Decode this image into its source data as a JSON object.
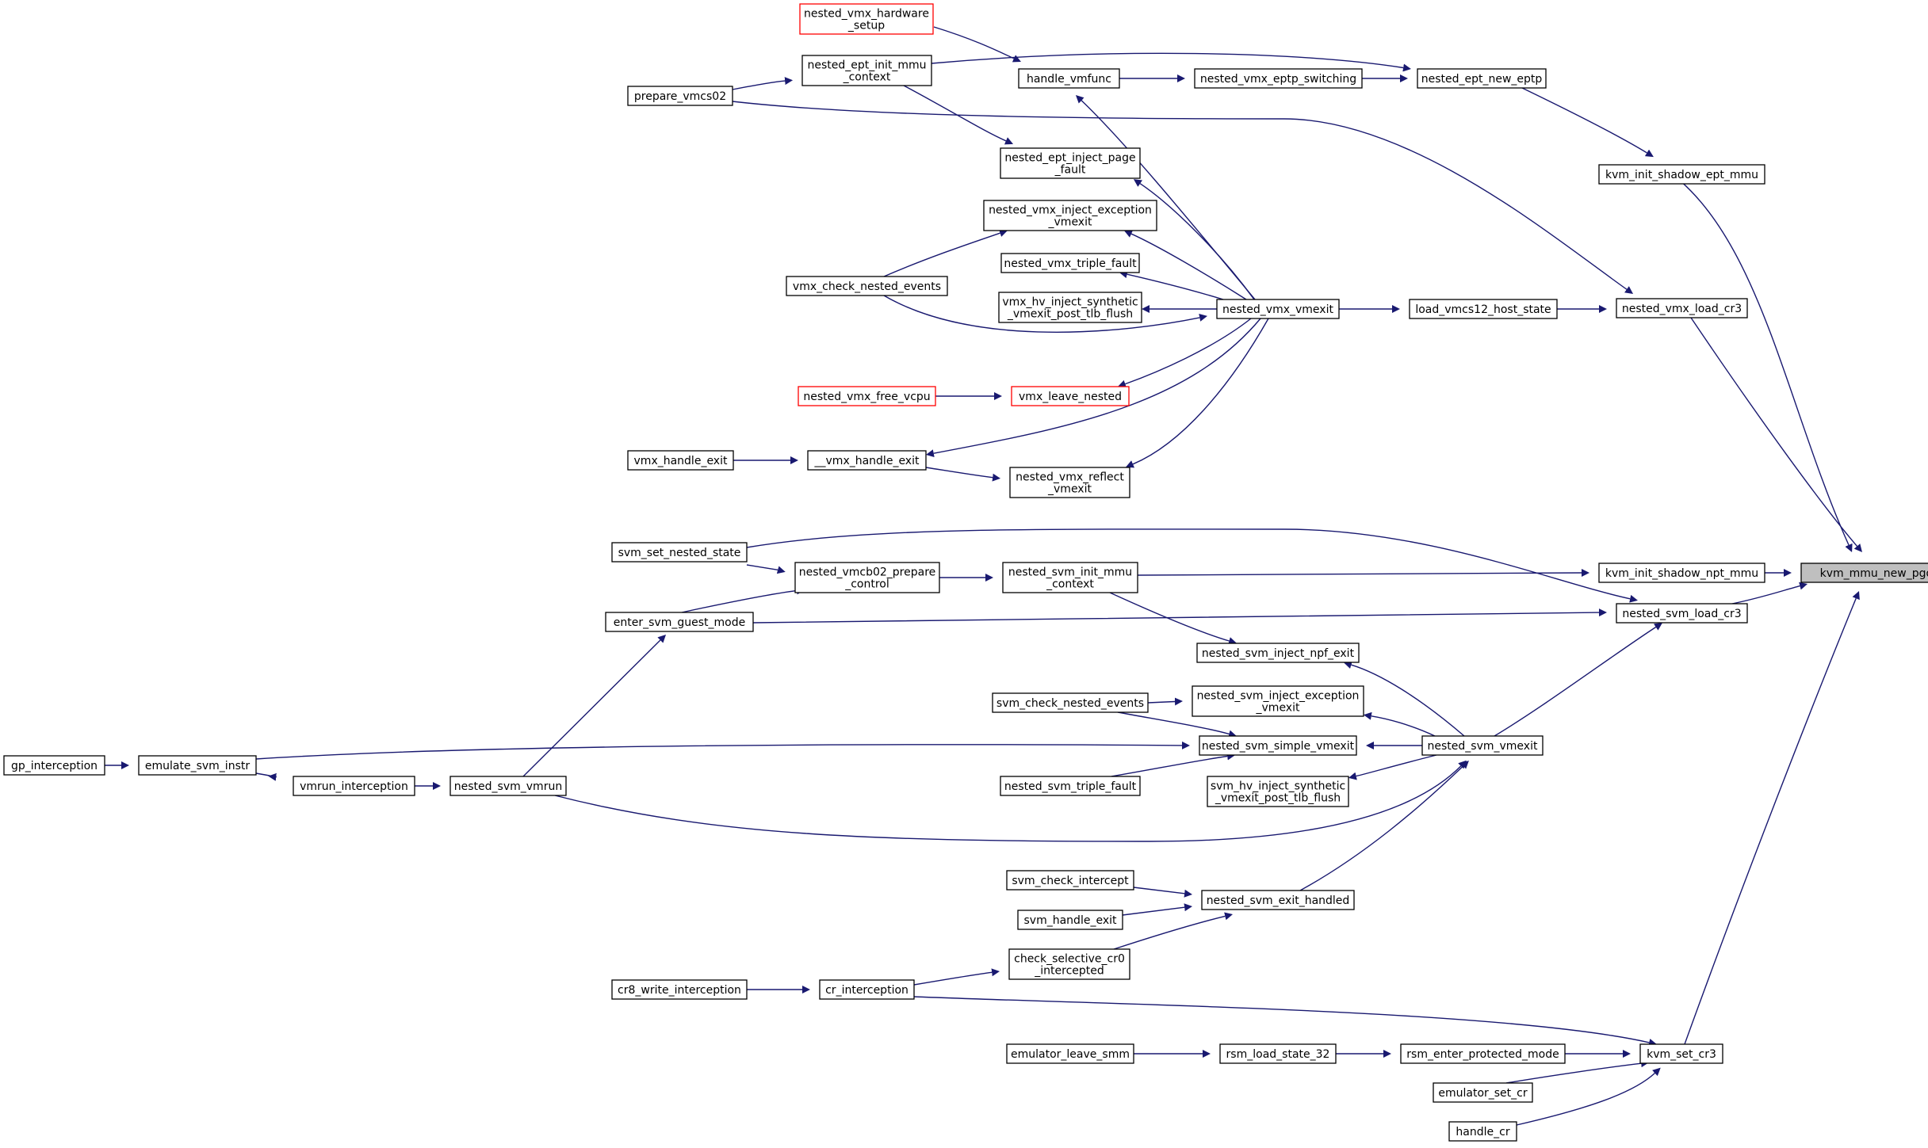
{
  "graph": {
    "root": "kvm_mmu_new_pgd",
    "nodes": [
      {
        "id": "root",
        "lines": [
          "kvm_mmu_new_pgd"
        ],
        "root": true
      },
      {
        "id": "init_shadow_ept",
        "lines": [
          "kvm_init_shadow_ept_mmu"
        ]
      },
      {
        "id": "nested_vmx_load_cr3",
        "lines": [
          "nested_vmx_load_cr3"
        ]
      },
      {
        "id": "init_shadow_npt",
        "lines": [
          "kvm_init_shadow_npt_mmu"
        ]
      },
      {
        "id": "nested_svm_load_cr3",
        "lines": [
          "nested_svm_load_cr3"
        ]
      },
      {
        "id": "kvm_set_cr3",
        "lines": [
          "kvm_set_cr3"
        ]
      },
      {
        "id": "nested_ept_new_eptp",
        "lines": [
          "nested_ept_new_eptp"
        ]
      },
      {
        "id": "eptp_switching",
        "lines": [
          "nested_vmx_eptp_switching"
        ]
      },
      {
        "id": "handle_vmfunc",
        "lines": [
          "handle_vmfunc"
        ]
      },
      {
        "id": "hw_setup",
        "lines": [
          "nested_vmx_hardware",
          "_setup"
        ],
        "red": true
      },
      {
        "id": "ept_init_mmu",
        "lines": [
          "nested_ept_init_mmu",
          "_context"
        ]
      },
      {
        "id": "prepare_vmcs02",
        "lines": [
          "prepare_vmcs02"
        ]
      },
      {
        "id": "load_vmcs12",
        "lines": [
          "load_vmcs12_host_state"
        ]
      },
      {
        "id": "nested_vmx_vmexit",
        "lines": [
          "nested_vmx_vmexit"
        ]
      },
      {
        "id": "ept_inject_pf",
        "lines": [
          "nested_ept_inject_page",
          "_fault"
        ]
      },
      {
        "id": "vmx_inject_exc",
        "lines": [
          "nested_vmx_inject_exception",
          "_vmexit"
        ]
      },
      {
        "id": "vmx_triple_fault",
        "lines": [
          "nested_vmx_triple_fault"
        ]
      },
      {
        "id": "vmx_hv_inject",
        "lines": [
          "vmx_hv_inject_synthetic",
          "_vmexit_post_tlb_flush"
        ]
      },
      {
        "id": "vmx_leave_nested",
        "lines": [
          "vmx_leave_nested"
        ],
        "red": true
      },
      {
        "id": "vmx_free_vcpu",
        "lines": [
          "nested_vmx_free_vcpu"
        ],
        "red": true
      },
      {
        "id": "vmx_check_nested",
        "lines": [
          "vmx_check_nested_events"
        ]
      },
      {
        "id": "__vmx_handle_exit",
        "lines": [
          "__vmx_handle_exit"
        ]
      },
      {
        "id": "vmx_handle_exit",
        "lines": [
          "vmx_handle_exit"
        ]
      },
      {
        "id": "vmx_reflect",
        "lines": [
          "nested_vmx_reflect",
          "_vmexit"
        ]
      },
      {
        "id": "svm_set_nested_state",
        "lines": [
          "svm_set_nested_state"
        ]
      },
      {
        "id": "vmcb02_prepare",
        "lines": [
          "nested_vmcb02_prepare",
          "_control"
        ]
      },
      {
        "id": "svm_init_mmu",
        "lines": [
          "nested_svm_init_mmu",
          "_context"
        ]
      },
      {
        "id": "enter_svm_guest",
        "lines": [
          "enter_svm_guest_mode"
        ]
      },
      {
        "id": "svm_inject_npf",
        "lines": [
          "nested_svm_inject_npf_exit"
        ]
      },
      {
        "id": "nested_svm_vmexit",
        "lines": [
          "nested_svm_vmexit"
        ]
      },
      {
        "id": "svm_check_nested",
        "lines": [
          "svm_check_nested_events"
        ]
      },
      {
        "id": "svm_inject_exc",
        "lines": [
          "nested_svm_inject_exception",
          "_vmexit"
        ]
      },
      {
        "id": "svm_simple_vmexit",
        "lines": [
          "nested_svm_simple_vmexit"
        ]
      },
      {
        "id": "svm_triple_fault",
        "lines": [
          "nested_svm_triple_fault"
        ]
      },
      {
        "id": "svm_hv_inject",
        "lines": [
          "svm_hv_inject_synthetic",
          "_vmexit_post_tlb_flush"
        ]
      },
      {
        "id": "gp_interception",
        "lines": [
          "gp_interception"
        ]
      },
      {
        "id": "emulate_svm_instr",
        "lines": [
          "emulate_svm_instr"
        ]
      },
      {
        "id": "vmrun_interception",
        "lines": [
          "vmrun_interception"
        ]
      },
      {
        "id": "nested_svm_vmrun",
        "lines": [
          "nested_svm_vmrun"
        ]
      },
      {
        "id": "svm_check_intercept",
        "lines": [
          "svm_check_intercept"
        ]
      },
      {
        "id": "svm_exit_handled",
        "lines": [
          "nested_svm_exit_handled"
        ]
      },
      {
        "id": "svm_handle_exit",
        "lines": [
          "svm_handle_exit"
        ]
      },
      {
        "id": "check_sel_cr0",
        "lines": [
          "check_selective_cr0",
          "_intercepted"
        ]
      },
      {
        "id": "cr8_write",
        "lines": [
          "cr8_write_interception"
        ]
      },
      {
        "id": "cr_interception",
        "lines": [
          "cr_interception"
        ]
      },
      {
        "id": "emulator_leave_smm",
        "lines": [
          "emulator_leave_smm"
        ]
      },
      {
        "id": "rsm_load_state_32",
        "lines": [
          "rsm_load_state_32"
        ]
      },
      {
        "id": "rsm_enter_pm",
        "lines": [
          "rsm_enter_protected_mode"
        ]
      },
      {
        "id": "emulator_set_cr",
        "lines": [
          "emulator_set_cr"
        ]
      },
      {
        "id": "handle_cr",
        "lines": [
          "handle_cr"
        ]
      }
    ]
  },
  "colors": {
    "edge": "#191970",
    "root_fill": "#bfbfbf",
    "red_border": "#ff0000"
  }
}
